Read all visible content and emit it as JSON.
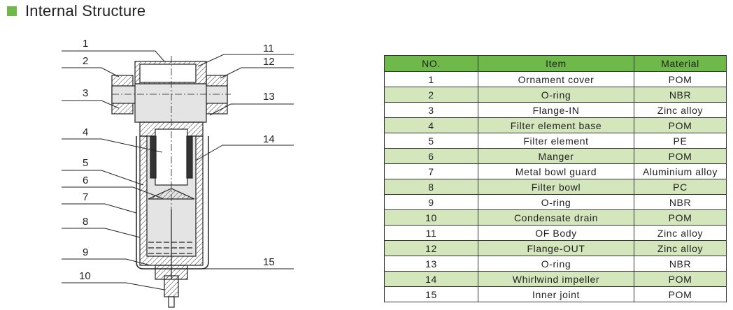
{
  "header": {
    "title": "Internal Structure",
    "accent_color": "#6fb84a"
  },
  "diagram": {
    "callouts": [
      "1",
      "2",
      "3",
      "4",
      "5",
      "6",
      "7",
      "8",
      "9",
      "10",
      "11",
      "12",
      "13",
      "14",
      "15"
    ]
  },
  "table": {
    "header_color": "#6fb84a",
    "alt_row_color": "#d4e6bc",
    "columns": [
      "NO.",
      "Item",
      "Material"
    ],
    "rows": [
      {
        "no": "1",
        "item": "Ornament cover",
        "material": "POM"
      },
      {
        "no": "2",
        "item": "O-ring",
        "material": "NBR"
      },
      {
        "no": "3",
        "item": "Flange-IN",
        "material": "Zinc alloy"
      },
      {
        "no": "4",
        "item": "Filter element base",
        "material": "POM"
      },
      {
        "no": "5",
        "item": "Filter element",
        "material": "PE"
      },
      {
        "no": "6",
        "item": "Manger",
        "material": "POM"
      },
      {
        "no": "7",
        "item": "Metal bowl guard",
        "material": "Aluminium alloy"
      },
      {
        "no": "8",
        "item": "Filter bowl",
        "material": "PC"
      },
      {
        "no": "9",
        "item": "O-ring",
        "material": "NBR"
      },
      {
        "no": "10",
        "item": "Condensate drain",
        "material": "POM"
      },
      {
        "no": "11",
        "item": "OF Body",
        "material": "Zinc alloy"
      },
      {
        "no": "12",
        "item": "Flange-OUT",
        "material": "Zinc alloy"
      },
      {
        "no": "13",
        "item": "O-ring",
        "material": "NBR"
      },
      {
        "no": "14",
        "item": "Whirlwind impeller",
        "material": "POM"
      },
      {
        "no": "15",
        "item": "Inner joint",
        "material": "POM"
      }
    ]
  }
}
